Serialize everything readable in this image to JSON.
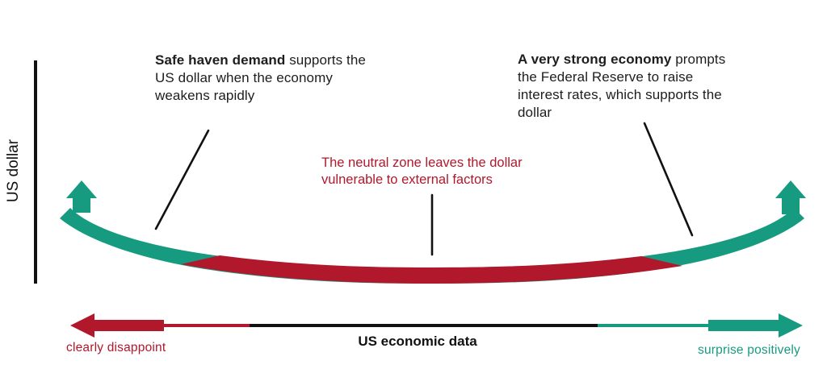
{
  "colors": {
    "teal": "#169b80",
    "red": "#b2182b",
    "black": "#111111"
  },
  "y_axis": {
    "label": "US dollar"
  },
  "x_axis": {
    "label": "US economic data",
    "left_label": "clearly disappoint",
    "right_label": "surprise positively"
  },
  "annotations": {
    "safe_haven": {
      "bold": "Safe haven demand",
      "line1_rest": " supports the",
      "line2": "US dollar when the economy",
      "line3": "weakens rapidly"
    },
    "strong_economy": {
      "bold": "A very strong economy",
      "line1_rest": " prompts",
      "line2": "the Federal Reserve to raise",
      "line3": "interest rates, which supports the",
      "line4": "dollar"
    },
    "neutral_zone": {
      "line1": "The neutral zone leaves the dollar",
      "line2": "vulnerable to external factors"
    }
  }
}
